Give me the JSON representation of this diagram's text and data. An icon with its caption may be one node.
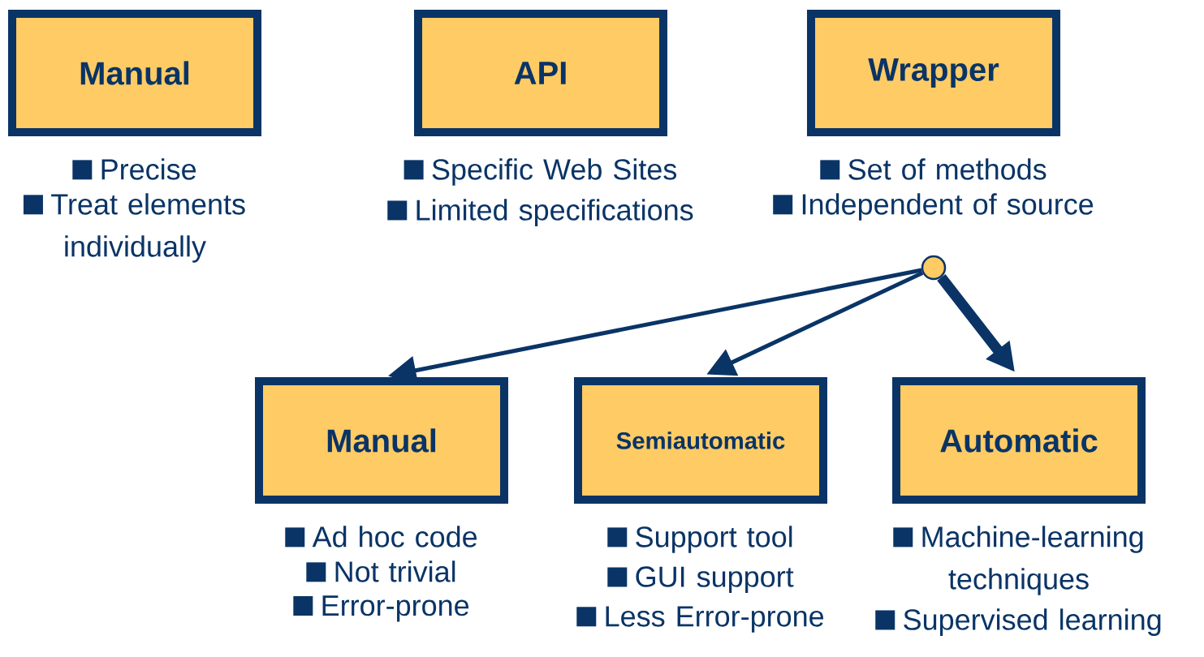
{
  "diagram": {
    "nodes": [
      {
        "text": [
          "Manual"
        ],
        "beside": [
          "Precise",
          "Treat elements individually"
        ]
      },
      {
        "text": [
          "API"
        ],
        "beside": [
          "Specific Web Sites",
          "Limited specifications"
        ]
      },
      {
        "text": [
          "Wrapper"
        ],
        "beside": [
          "Set of methods",
          "Independent of source"
        ]
      },
      {
        "text": [],
        "shape": "circle"
      },
      {
        "text": [
          "Manual"
        ],
        "beside": [
          "Ad hoc code",
          "Not trivial",
          "Error-prone"
        ]
      },
      {
        "text": [
          "Semiautomatic"
        ],
        "beside": [
          "Support tool",
          "GUI support",
          "Less Error-prone"
        ]
      },
      {
        "text": [
          "Automatic"
        ],
        "beside": [
          "Machine-learning techniques",
          "Supervised learning"
        ]
      }
    ],
    "edges": [
      {
        "from": 3,
        "to": 4,
        "arrow": "to"
      },
      {
        "from": 3,
        "to": 5,
        "arrow": "to"
      },
      {
        "from": 3,
        "to": 6,
        "arrow": "to",
        "style": "thick"
      }
    ]
  }
}
